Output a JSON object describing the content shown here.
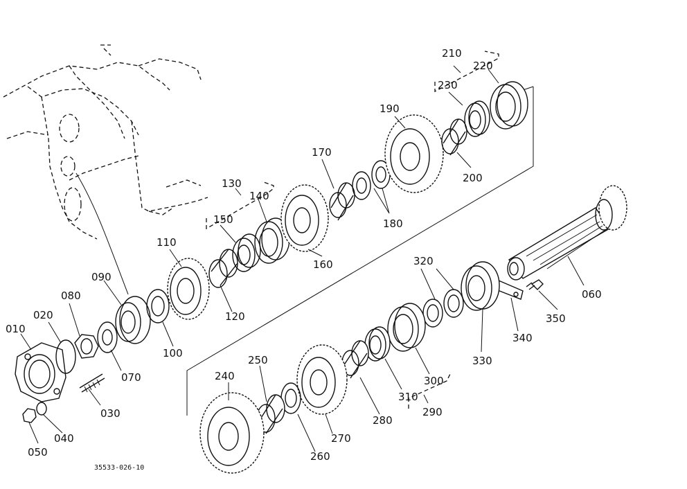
{
  "diagram": {
    "reference": "35533-026-10",
    "parts": {
      "p010": "010",
      "p020": "020",
      "p030": "030",
      "p040": "040",
      "p050": "050",
      "p060": "060",
      "p070": "070",
      "p080": "080",
      "p090": "090",
      "p100": "100",
      "p110": "110",
      "p120": "120",
      "p130": "130",
      "p140": "140",
      "p150": "150",
      "p160": "160",
      "p170": "170",
      "p180": "180",
      "p190": "190",
      "p200": "200",
      "p210": "210",
      "p220": "220",
      "p230": "230",
      "p240": "240",
      "p250": "250",
      "p260": "260",
      "p270": "270",
      "p280": "280",
      "p290": "290",
      "p300": "300",
      "p310": "310",
      "p320": "320",
      "p330": "330",
      "p340": "340",
      "p350": "350"
    }
  }
}
